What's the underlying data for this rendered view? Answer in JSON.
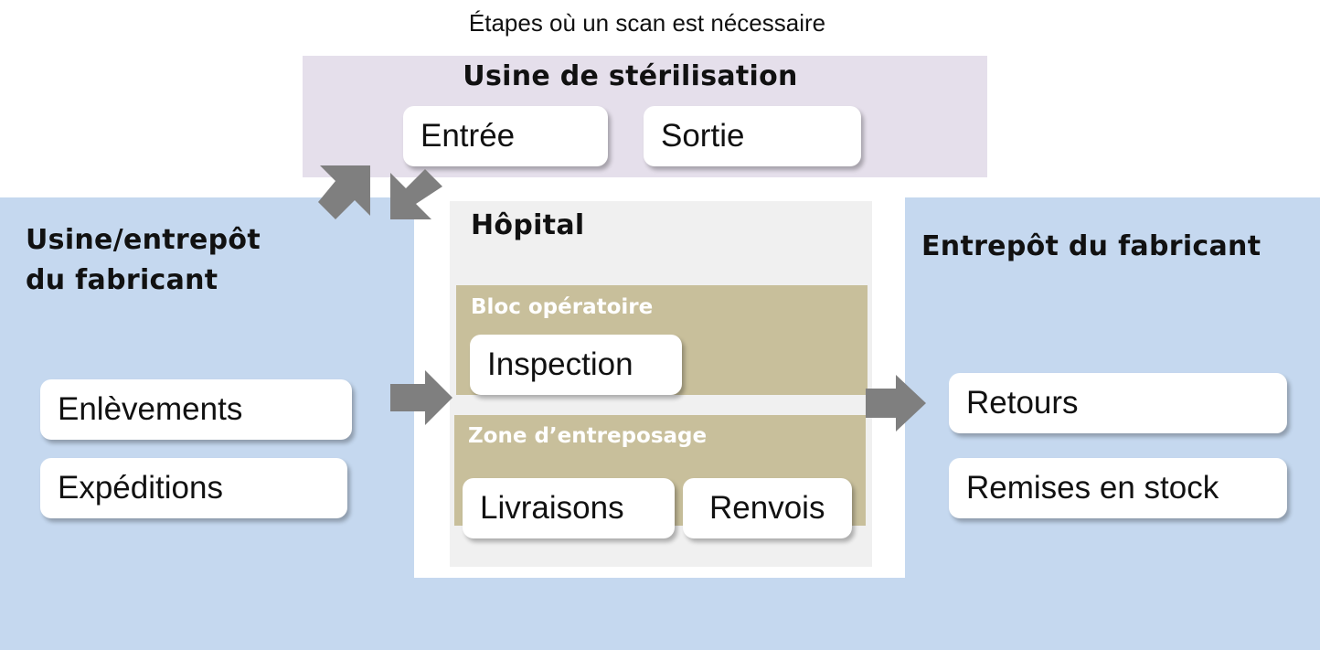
{
  "title": "Étapes où un scan est nécessaire",
  "sterilisation": {
    "heading": "Usine de stérilisation",
    "steps": [
      "Entrée",
      "Sortie"
    ]
  },
  "manufacturer_plant": {
    "heading_line1": "Usine/entrepôt",
    "heading_line2": "du fabricant",
    "steps": [
      "Enlèvements",
      "Expéditions"
    ]
  },
  "hospital": {
    "heading": "Hôpital",
    "operating_room": {
      "heading": "Bloc opératoire",
      "steps": [
        "Inspection"
      ]
    },
    "storage_area": {
      "heading": "Zone d’entreposage",
      "steps": [
        "Livraisons",
        "Renvois"
      ]
    }
  },
  "manufacturer_warehouse": {
    "heading": "Entrepôt du fabricant",
    "steps": [
      "Retours",
      "Remises en stock"
    ]
  },
  "colors": {
    "blue_panel": "#c5d8ef",
    "lilac_panel": "#e5dfeb",
    "tan_panel": "#c8bf9b",
    "grey_panel": "#f0f0f0",
    "arrow": "#7f7f7f"
  }
}
